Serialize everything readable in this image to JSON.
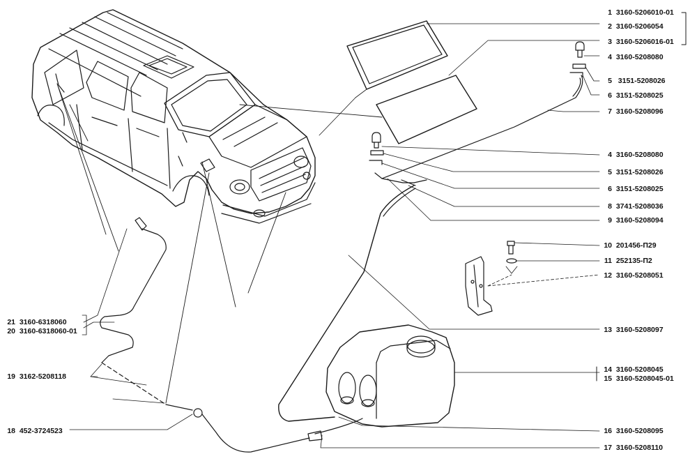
{
  "callouts": [
    {
      "num": "1",
      "code": "3160-5206010-01"
    },
    {
      "num": "2",
      "code": "3160-5206054"
    },
    {
      "num": "3",
      "code": "3160-5206016-01"
    },
    {
      "num": "4",
      "code": "3160-5208080"
    },
    {
      "num": "5",
      "code": "3151-5208026"
    },
    {
      "num": "6",
      "code": "3151-5208025"
    },
    {
      "num": "7",
      "code": "3160-5208096"
    },
    {
      "num": "4",
      "code": "3160-5208080"
    },
    {
      "num": "5",
      "code": "3151-5208026"
    },
    {
      "num": "6",
      "code": "3151-5208025"
    },
    {
      "num": "8",
      "code": "3741-5208036"
    },
    {
      "num": "9",
      "code": "3160-5208094"
    },
    {
      "num": "10",
      "code": "201456-П29"
    },
    {
      "num": "11",
      "code": "252135-П2"
    },
    {
      "num": "12",
      "code": "3160-5208051"
    },
    {
      "num": "13",
      "code": "3160-5208097"
    },
    {
      "num": "14",
      "code": "3160-5208045"
    },
    {
      "num": "15",
      "code": "3160-5208045-01"
    },
    {
      "num": "16",
      "code": "3160-5208095"
    },
    {
      "num": "17",
      "code": "3160-5208110"
    },
    {
      "num": "21",
      "code": "3160-6318060"
    },
    {
      "num": "20",
      "code": "3160-6318060-01"
    },
    {
      "num": "19",
      "code": "3162-5208118"
    },
    {
      "num": "18",
      "code": "452-3724523"
    }
  ]
}
